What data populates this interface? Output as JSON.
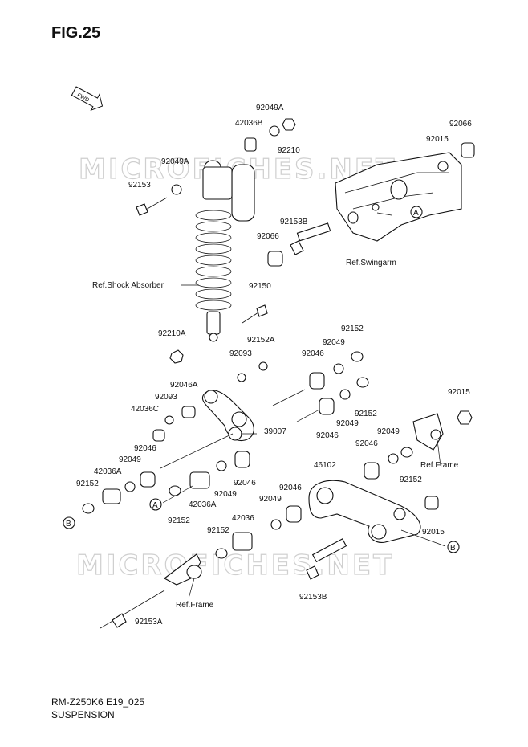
{
  "figure": {
    "title": "FIG.25"
  },
  "fwd_badge": "FWD",
  "watermark": "MICROFICHES.NET",
  "callouts": {
    "a": "A",
    "b": "B"
  },
  "labels": {
    "p92049A": "92049A",
    "p42036B": "42036B",
    "p92210": "92210",
    "p92066_top": "92066",
    "p92015_top": "92015",
    "p92049A_b": "92049A",
    "p92153": "92153",
    "p92153B_top": "92153B",
    "p92066": "92066",
    "ref_swingarm": "Ref.Swingarm",
    "ref_shock": "Ref.Shock Absorber",
    "p92150": "92150",
    "p92210A": "92210A",
    "p92152A": "92152A",
    "p92093_a": "92093",
    "p92046_a": "92046",
    "p92049_a": "92049",
    "p92152_a": "92152",
    "p92046A": "92046A",
    "p92093_b": "92093",
    "p42036C": "42036C",
    "p92152_b": "92152",
    "p92049_b": "92049",
    "p92046_b": "92046",
    "p92015_r": "92015",
    "p39007": "39007",
    "p92046_c": "92046",
    "p92049_c": "92049",
    "p92046_d": "92046",
    "ref_frame_r": "Ref.Frame",
    "p92152_c": "92152",
    "p92049_d": "92049",
    "p42036A": "42036A",
    "p92152_d": "92152",
    "p92049_e": "92049",
    "p92046_e": "92046",
    "p42036A_b": "42036A",
    "p92152_e": "92152",
    "p46102": "46102",
    "p92046_f": "92046",
    "p92049_f": "92049",
    "p42036": "42036",
    "p92152_f": "92152",
    "p92015_b": "92015",
    "ref_frame_l": "Ref.Frame",
    "p92153A": "92153A",
    "p92153B_b": "92153B"
  },
  "footer": {
    "code": "RM-Z250K6 E19_025",
    "section": "SUSPENSION"
  }
}
